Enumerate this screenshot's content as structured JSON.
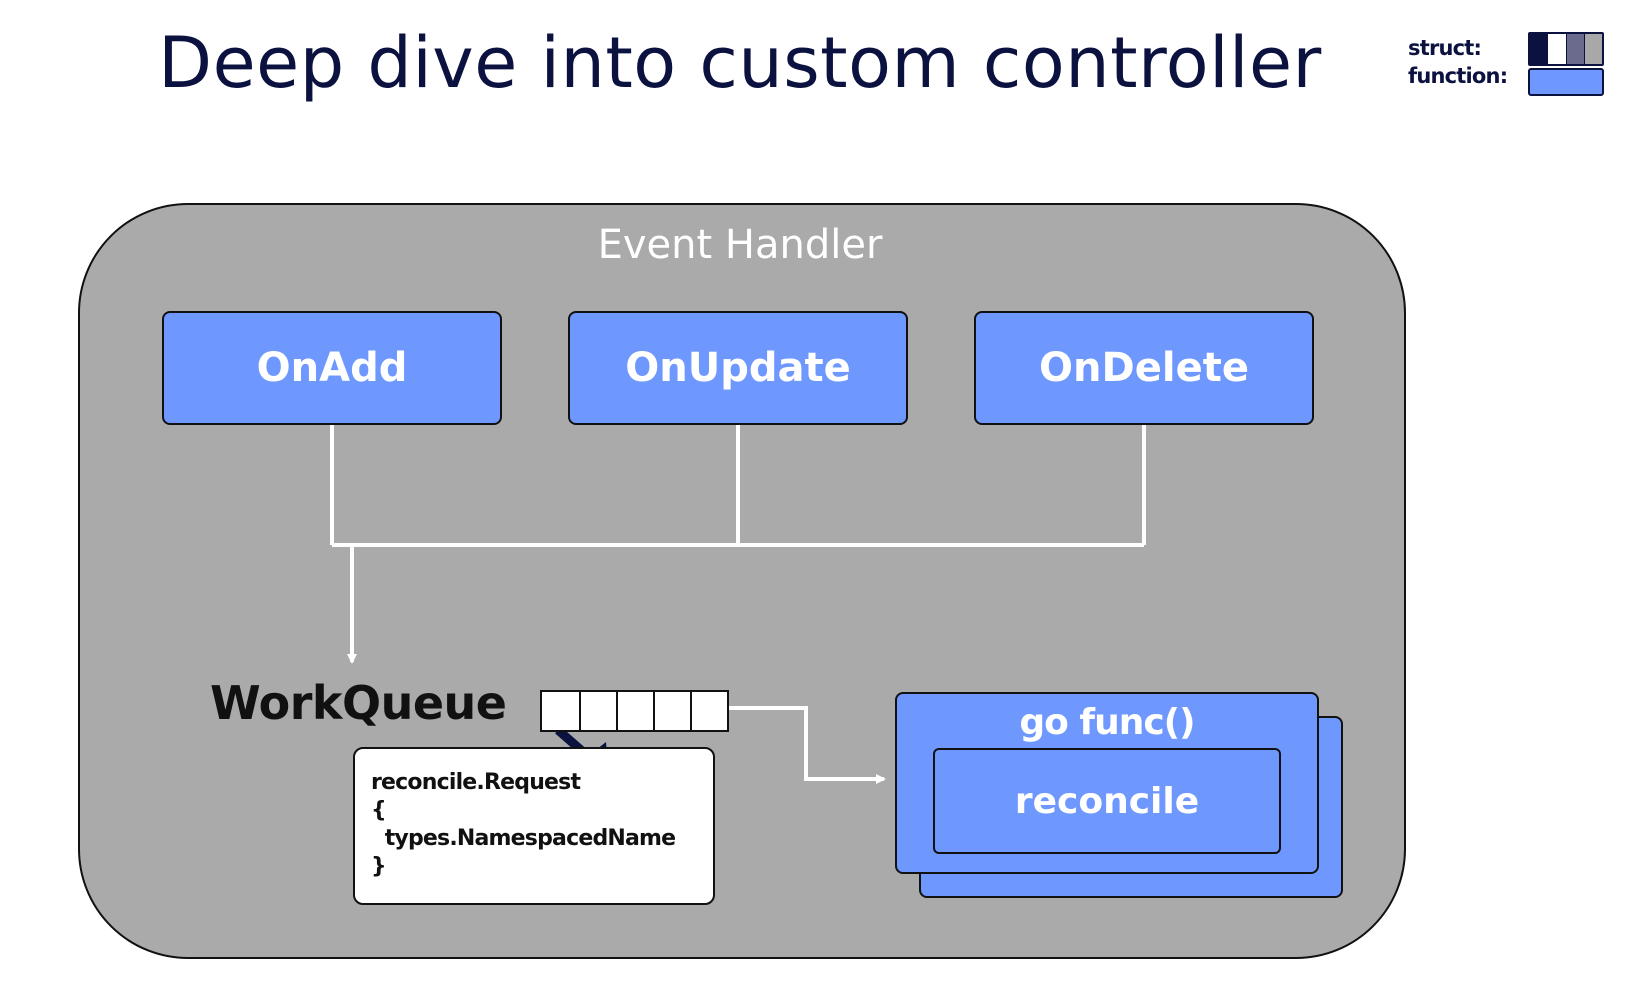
{
  "title": "Deep dive into custom controller",
  "legend": {
    "struct_label": "struct:",
    "function_label": "function:",
    "struct_colors": [
      "#0c1240",
      "#ffffff",
      "#6b6b8e",
      "#a8a8a8"
    ],
    "function_color": "#6f98ff"
  },
  "event_handler": {
    "title": "Event Handler",
    "handlers": [
      {
        "label": "OnAdd"
      },
      {
        "label": "OnUpdate"
      },
      {
        "label": "OnDelete"
      }
    ]
  },
  "workqueue": {
    "label": "WorkQueue",
    "slot_count": 5
  },
  "request": {
    "lines": [
      "reconcile.Request",
      "{",
      "  types.NamespacedName",
      "}"
    ]
  },
  "worker": {
    "go_label": "go func()",
    "reconcile_label": "reconcile"
  },
  "colors": {
    "function": "#6f98ff",
    "panel": "#aaaaaa",
    "connector": "#ffffff",
    "title": "#0c1240",
    "arrow": "#0c1240"
  }
}
